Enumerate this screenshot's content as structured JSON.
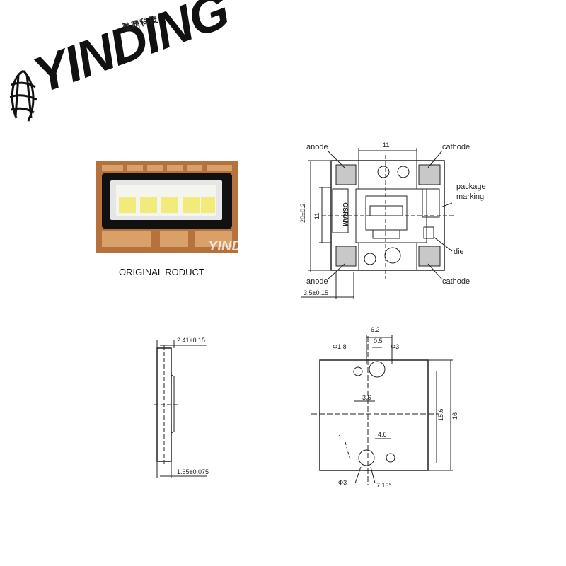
{
  "logo": {
    "brand": "YINDING",
    "chinese": "盈鼎科技",
    "watermark": "YINDING"
  },
  "photo": {
    "caption": "ORIGINAL RODUCT"
  },
  "top_view": {
    "label_anode_top": "anode",
    "label_cathode_top": "cathode",
    "label_anode_bottom": "anode",
    "label_cathode_bottom": "cathode",
    "label_package": "package",
    "label_marking": "marking",
    "label_die": "die",
    "brand_mark": "OSRAM",
    "dim_width": "11",
    "dim_height_inner": "11",
    "dim_outer": "20±0.2",
    "dim_pad": "3.5±0.15"
  },
  "side_view": {
    "dim_top": "2.41±0.15",
    "dim_bottom": "1.65±0.075"
  },
  "bottom_view": {
    "dim_6_2": "6.2",
    "dim_0_5": "0.5",
    "dim_d18": "Φ1.8",
    "dim_d3_top": "Φ3",
    "dim_3_6": "3.6",
    "dim_15_6": "15.6",
    "dim_16": "16",
    "dim_1": "1",
    "dim_4_6": "4.6",
    "dim_d3_bottom": "Φ3",
    "dim_angle": "7.13°"
  }
}
